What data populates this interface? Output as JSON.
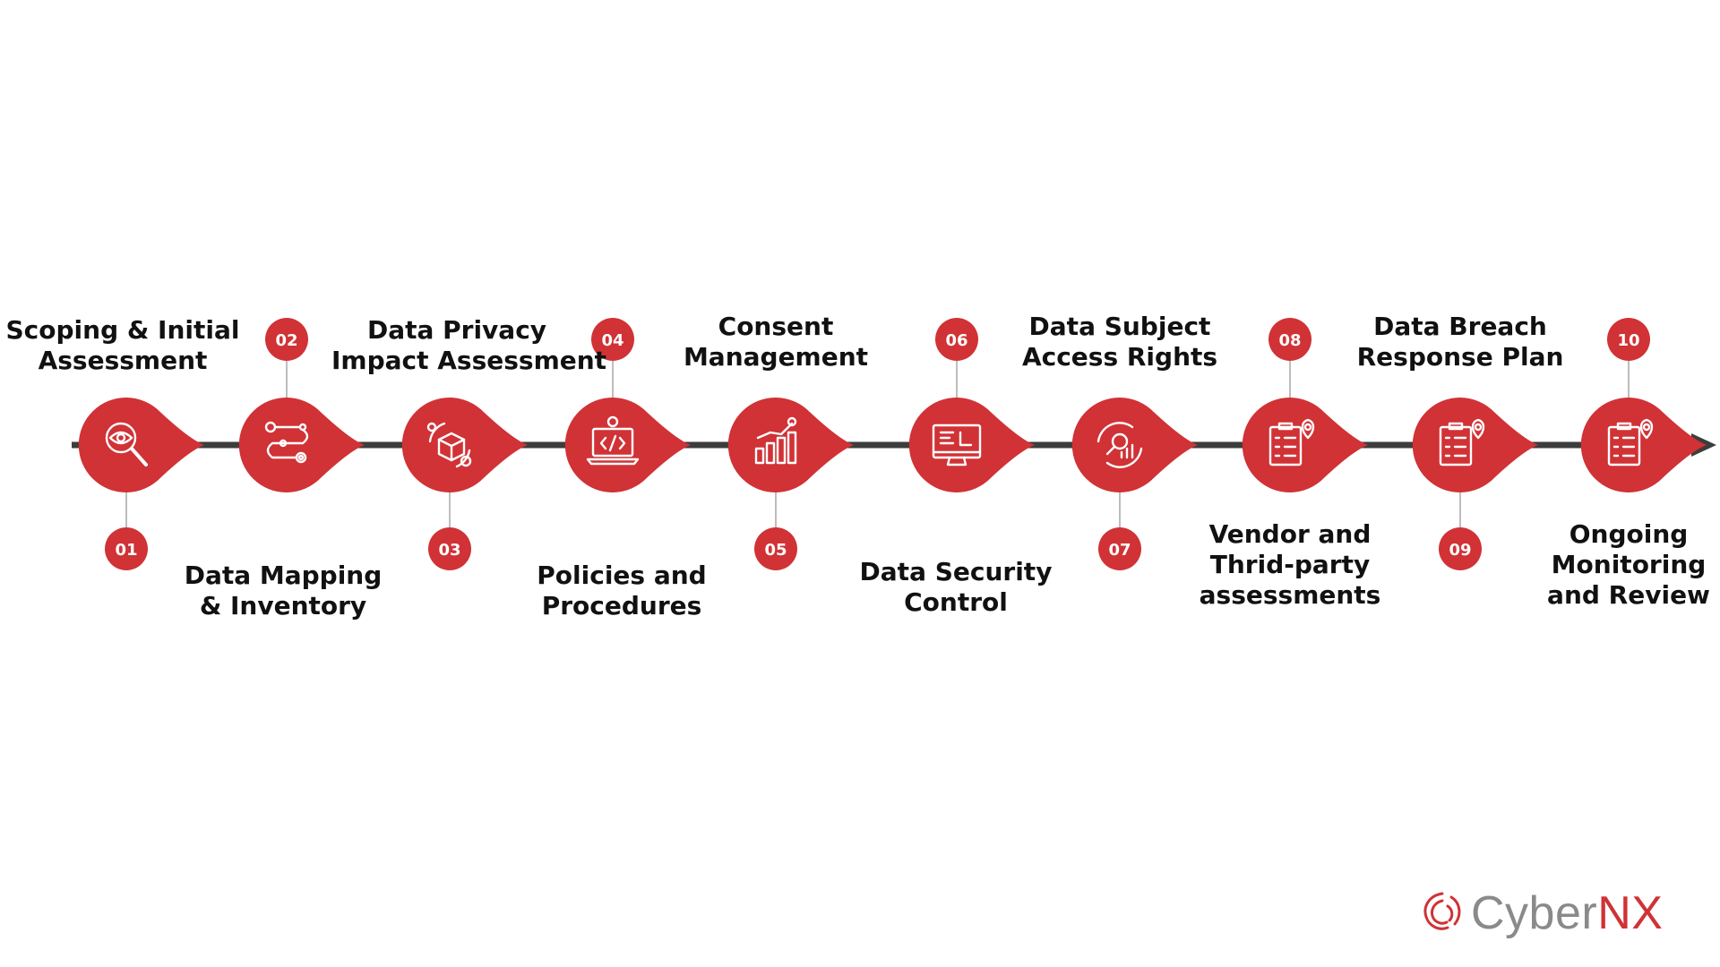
{
  "colors": {
    "accent": "#d03236",
    "line": "#3d3d3d",
    "connector": "#bdbdbd",
    "badge_text": "#ffffff"
  },
  "steps": [
    {
      "number": "01",
      "title_lines": [
        "Scoping & Initial",
        "Assessment"
      ],
      "icon": "eye-magnifier-icon"
    },
    {
      "number": "02",
      "title_lines": [
        "Data Mapping",
        "& Inventory"
      ],
      "icon": "flow-map-icon"
    },
    {
      "number": "03",
      "title_lines": [
        "Data Privacy",
        "Impact Assessment"
      ],
      "icon": "box-gear-icon"
    },
    {
      "number": "04",
      "title_lines": [
        "Policies and",
        "Procedures"
      ],
      "icon": "laptop-code-icon"
    },
    {
      "number": "05",
      "title_lines": [
        "Consent",
        "Management"
      ],
      "icon": "growth-chart-icon"
    },
    {
      "number": "06",
      "title_lines": [
        "Data Security",
        "Control"
      ],
      "icon": "monitor-icon"
    },
    {
      "number": "07",
      "title_lines": [
        "Data Subject",
        "Access Rights"
      ],
      "icon": "analytics-cycle-icon"
    },
    {
      "number": "08",
      "title_lines": [
        "Vendor and",
        "Thrid-party",
        "assessments"
      ],
      "icon": "checklist-location-icon"
    },
    {
      "number": "09",
      "title_lines": [
        "Data Breach",
        "Response Plan"
      ],
      "icon": "checklist-location-icon"
    },
    {
      "number": "10",
      "title_lines": [
        "Ongoing",
        "Monitoring",
        "and Review"
      ],
      "icon": "checklist-location-icon"
    }
  ],
  "brand": {
    "text_part1": "Cyber",
    "text_part2": "NX",
    "color1": "#8a8a8a",
    "color2": "#d03236",
    "icon": "cybernx-swirl-icon"
  }
}
